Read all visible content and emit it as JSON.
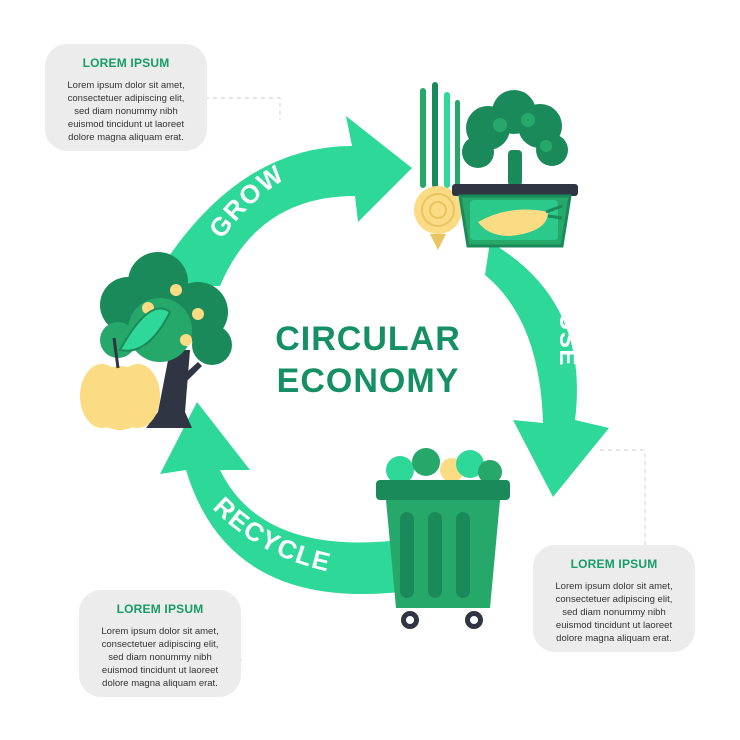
{
  "center_title": {
    "line1": "CIRCULAR",
    "line2": "ECONOMY"
  },
  "stages": [
    {
      "label": "GROW"
    },
    {
      "label": "USE"
    },
    {
      "label": "RECYCLE"
    }
  ],
  "info_boxes": [
    {
      "title": "LOREM IPSUM",
      "body": "Lorem ipsum dolor sit amet,\nconsectetuer adipiscing elit,\nsed diam nonummy nibh\neuismod tincidunt ut laoreet\ndolore magna aliquam erat."
    },
    {
      "title": "LOREM IPSUM",
      "body": "Lorem ipsum dolor sit amet,\nconsectetuer adipiscing elit,\nsed diam nonummy nibh\neuismod tincidunt ut laoreet\ndolore magna aliquam erat."
    },
    {
      "title": "LOREM IPSUM",
      "body": "Lorem ipsum dolor sit amet,\nconsectetuer adipiscing elit,\nsed diam nonummy nibh\neuismod tincidunt ut laoreet\ndolore magna aliquam erat."
    }
  ],
  "colors": {
    "arrow": "#2ed898",
    "title": "#159064",
    "box_bg": "#ececec",
    "dark_green": "#1b8a5a",
    "mid_green": "#27a86b",
    "apple": "#fbdc84",
    "trunk": "#2f3542"
  }
}
